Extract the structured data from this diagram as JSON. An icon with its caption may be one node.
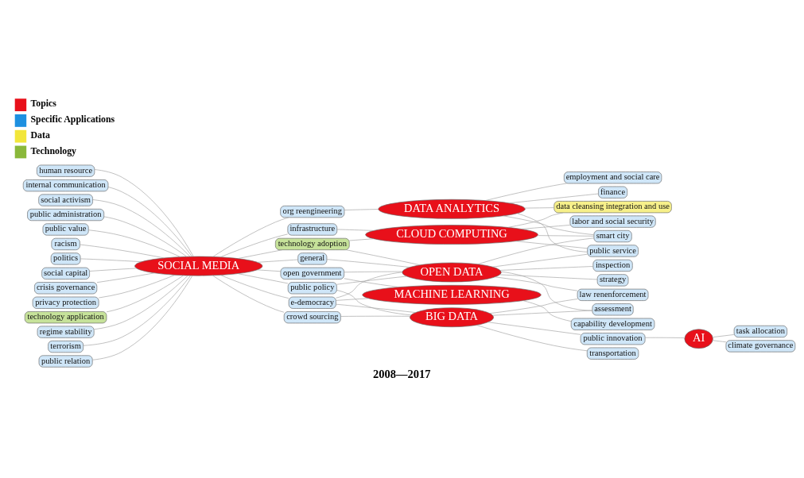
{
  "diagram": {
    "caption": "2008—2017",
    "nodes": [
      {
        "text": [
          "SOCIAL MEDIA"
        ]
      },
      {
        "text": [
          "CLOUD COMPUTING"
        ]
      },
      {
        "text": [
          "DATA ANALYTICS"
        ]
      },
      {
        "text": [
          "OPEN DATA"
        ]
      },
      {
        "text": [
          "BIG DATA"
        ]
      },
      {
        "text": [
          "MACHINE LEARNING"
        ]
      },
      {
        "text": [
          "AI"
        ]
      },
      {
        "text": [
          "human resource"
        ]
      },
      {
        "text": [
          "internal communication"
        ]
      },
      {
        "text": [
          "social activism"
        ]
      },
      {
        "text": [
          "public administration"
        ]
      },
      {
        "text": [
          "public value"
        ]
      },
      {
        "text": [
          "racism"
        ]
      },
      {
        "text": [
          "politics"
        ]
      },
      {
        "text": [
          "social capital"
        ]
      },
      {
        "text": [
          "crisis governance"
        ]
      },
      {
        "text": [
          "privacy protection"
        ]
      },
      {
        "text": [
          "technology application"
        ]
      },
      {
        "text": [
          "regime stability"
        ]
      },
      {
        "text": [
          "terrorism"
        ]
      },
      {
        "text": [
          "public relation"
        ]
      },
      {
        "text": [
          "data cleansing integration and use"
        ]
      },
      {
        "text": [
          "infrastructure"
        ]
      },
      {
        "text": [
          "org reengineering"
        ]
      },
      {
        "text": [
          "technology adoption"
        ]
      },
      {
        "text": [
          "general"
        ]
      },
      {
        "text": [
          "public policy"
        ]
      },
      {
        "text": [
          "crowd sourcing"
        ]
      },
      {
        "text": [
          "labor and social security"
        ]
      },
      {
        "text": [
          "public service"
        ]
      },
      {
        "text": [
          "smart city"
        ]
      },
      {
        "text": [
          "e-democracy"
        ]
      },
      {
        "text": [
          "open government"
        ]
      },
      {
        "text": [
          "assessment"
        ]
      },
      {
        "text": [
          "public innovation"
        ]
      },
      {
        "text": [
          "finance"
        ]
      },
      {
        "text": [
          "employment and social care"
        ]
      },
      {
        "text": [
          "strategy"
        ]
      },
      {
        "text": [
          "law renenforcement"
        ]
      },
      {
        "text": [
          "inspection"
        ]
      },
      {
        "text": [
          "transportation"
        ]
      },
      {
        "text": [
          "capability development"
        ]
      },
      {
        "text": [
          "task allocation"
        ]
      },
      {
        "text": [
          "climate governance"
        ]
      }
    ],
    "edges": [
      {
        "from": 0,
        "to": 7,
        "arrow": "none"
      },
      {
        "from": 0,
        "to": 8,
        "arrow": "none"
      },
      {
        "from": 0,
        "to": 9,
        "arrow": "none"
      },
      {
        "from": 0,
        "to": 10,
        "arrow": "none"
      },
      {
        "from": 0,
        "to": 11,
        "arrow": "none"
      },
      {
        "from": 0,
        "to": 12,
        "arrow": "none"
      },
      {
        "from": 0,
        "to": 13,
        "arrow": "none"
      },
      {
        "from": 0,
        "to": 14,
        "arrow": "none"
      },
      {
        "from": 0,
        "to": 15,
        "arrow": "none"
      },
      {
        "from": 0,
        "to": 16,
        "arrow": "none"
      },
      {
        "from": 0,
        "to": 17,
        "arrow": "none"
      },
      {
        "from": 0,
        "to": 18,
        "arrow": "none"
      },
      {
        "from": 0,
        "to": 19,
        "arrow": "none"
      },
      {
        "from": 0,
        "to": 20,
        "arrow": "none"
      },
      {
        "from": 0,
        "to": 22,
        "arrow": "none"
      },
      {
        "from": 0,
        "to": 23,
        "arrow": "none"
      },
      {
        "from": 0,
        "to": 24,
        "arrow": "none"
      },
      {
        "from": 0,
        "to": 25,
        "arrow": "none"
      },
      {
        "from": 0,
        "to": 26,
        "arrow": "none"
      },
      {
        "from": 0,
        "to": 27,
        "arrow": "none"
      },
      {
        "from": 0,
        "to": 31,
        "arrow": "none"
      },
      {
        "from": 0,
        "to": 32,
        "arrow": "none"
      },
      {
        "from": 1,
        "to": 21,
        "arrow": "none"
      },
      {
        "from": 1,
        "to": 22,
        "arrow": "none"
      },
      {
        "from": 1,
        "to": 24,
        "arrow": "none"
      },
      {
        "from": 1,
        "to": 28,
        "arrow": "none"
      },
      {
        "from": 1,
        "to": 29,
        "arrow": "none"
      },
      {
        "from": 1,
        "to": 30,
        "arrow": "none"
      },
      {
        "from": 2,
        "to": 21,
        "arrow": "none"
      },
      {
        "from": 2,
        "to": 23,
        "arrow": "none"
      },
      {
        "from": 2,
        "to": 29,
        "arrow": "none"
      },
      {
        "from": 2,
        "to": 30,
        "arrow": "none"
      },
      {
        "from": 2,
        "to": 35,
        "arrow": "none"
      },
      {
        "from": 2,
        "to": 36,
        "arrow": "none"
      },
      {
        "from": 3,
        "to": 24,
        "arrow": "none"
      },
      {
        "from": 3,
        "to": 25,
        "arrow": "none"
      },
      {
        "from": 3,
        "to": 26,
        "arrow": "none"
      },
      {
        "from": 3,
        "to": 29,
        "arrow": "none"
      },
      {
        "from": 3,
        "to": 30,
        "arrow": "none"
      },
      {
        "from": 3,
        "to": 31,
        "arrow": "none"
      },
      {
        "from": 3,
        "to": 32,
        "arrow": "none"
      },
      {
        "from": 3,
        "to": 33,
        "arrow": "none"
      },
      {
        "from": 3,
        "to": 37,
        "arrow": "none"
      },
      {
        "from": 3,
        "to": 38,
        "arrow": "none"
      },
      {
        "from": 3,
        "to": 39,
        "arrow": "none"
      },
      {
        "from": 4,
        "to": 26,
        "arrow": "none"
      },
      {
        "from": 4,
        "to": 27,
        "arrow": "none"
      },
      {
        "from": 4,
        "to": 31,
        "arrow": "none"
      },
      {
        "from": 4,
        "to": 33,
        "arrow": "none"
      },
      {
        "from": 4,
        "to": 34,
        "arrow": "none"
      },
      {
        "from": 4,
        "to": 38,
        "arrow": "none"
      },
      {
        "from": 4,
        "to": 40,
        "arrow": "none"
      },
      {
        "from": 5,
        "to": 31,
        "arrow": "none"
      },
      {
        "from": 5,
        "to": 32,
        "arrow": "none"
      },
      {
        "from": 5,
        "to": 41,
        "arrow": "none"
      },
      {
        "from": 6,
        "to": 34,
        "arrow": "none"
      },
      {
        "from": 6,
        "to": 42,
        "arrow": "none"
      },
      {
        "from": 6,
        "to": 43,
        "arrow": "none"
      }
    ],
    "legend": [
      {
        "text": "Topics",
        "color": "#e8101a"
      },
      {
        "text": "Specific Applications",
        "color": "#1e90e0"
      },
      {
        "text": "Data",
        "color": "#f2e63a"
      },
      {
        "text": "Technology",
        "color": "#8ab83a"
      }
    ]
  }
}
